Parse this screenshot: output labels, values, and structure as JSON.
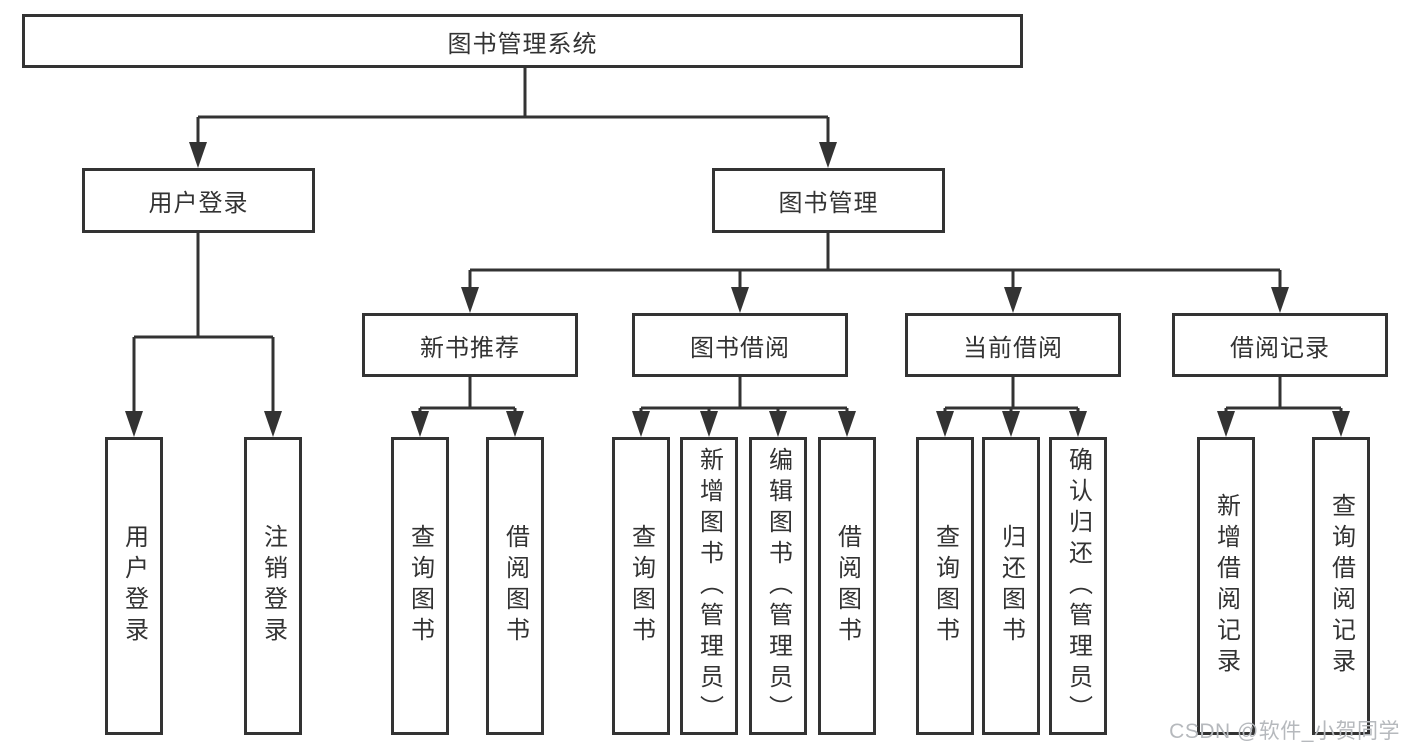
{
  "tree": {
    "root": {
      "label": "图书管理系统"
    },
    "branches": [
      {
        "label": "用户登录",
        "children": [
          {
            "label": "用户登录"
          },
          {
            "label": "注销登录"
          }
        ]
      },
      {
        "label": "图书管理",
        "children": [
          {
            "label": "新书推荐",
            "children": [
              {
                "label": "查询图书"
              },
              {
                "label": "借阅图书"
              }
            ]
          },
          {
            "label": "图书借阅",
            "children": [
              {
                "label": "查询图书"
              },
              {
                "label": "新增图书（管理员）"
              },
              {
                "label": "编辑图书（管理员）"
              },
              {
                "label": "借阅图书"
              }
            ]
          },
          {
            "label": "当前借阅",
            "children": [
              {
                "label": "查询图书"
              },
              {
                "label": "归还图书"
              },
              {
                "label": "确认归还（管理员）"
              }
            ]
          },
          {
            "label": "借阅记录",
            "children": [
              {
                "label": "新增借阅记录"
              },
              {
                "label": "查询借阅记录"
              }
            ]
          }
        ]
      }
    ]
  },
  "watermark": {
    "text": "CSDN @软件_小贺同学"
  },
  "colors": {
    "line": "#333333",
    "box_border": "#333333",
    "text": "#333333",
    "watermark": "#b6b9bd",
    "background": "#ffffff"
  }
}
